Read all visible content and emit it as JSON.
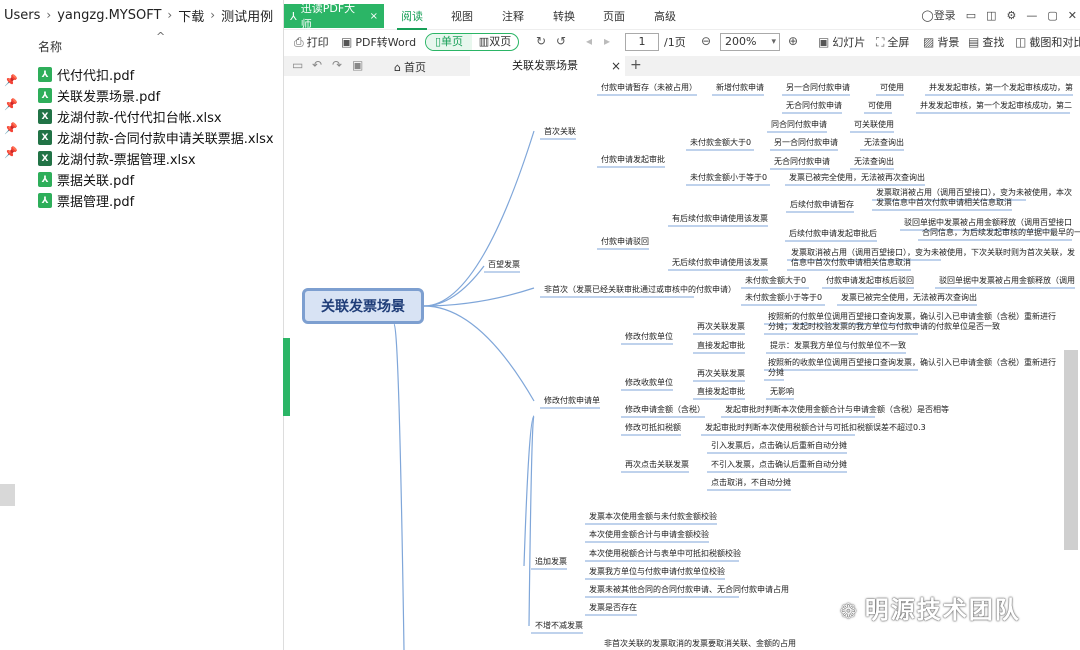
{
  "explorer": {
    "breadcrumb": [
      "Users",
      "yangzg.MYSOFT",
      "下载",
      "测试用例"
    ],
    "column_header": "名称",
    "files": [
      {
        "name": "代付代扣.pdf",
        "type": "pdf"
      },
      {
        "name": "关联发票场景.pdf",
        "type": "pdf"
      },
      {
        "name": "龙湖付款-代付代扣台帐.xlsx",
        "type": "xlsx"
      },
      {
        "name": "龙湖付款-合同付款申请关联票据.xlsx",
        "type": "xlsx"
      },
      {
        "name": "龙湖付款-票据管理.xlsx",
        "type": "xlsx"
      },
      {
        "name": "票据关联.pdf",
        "type": "pdf"
      },
      {
        "name": "票据管理.pdf",
        "type": "pdf"
      }
    ]
  },
  "viewer": {
    "app_tab": "迅读PDF大师",
    "menu": [
      "阅读",
      "视图",
      "注释",
      "转换",
      "页面",
      "高级"
    ],
    "window_controls": {
      "login": "登录"
    },
    "toolbar": {
      "print": "打印",
      "pdf_to_word": "PDF转Word",
      "single": "单页",
      "double": "双页",
      "page_current": "1",
      "page_total": "/1页",
      "zoom": "200%",
      "slideshow": "幻灯片",
      "fullscreen": "全屏",
      "background": "背景",
      "find": "查找",
      "screenshot": "截图和对比"
    },
    "tabs": {
      "home": "首页",
      "document": "关联发票场景"
    }
  },
  "mindmap": {
    "root": "关联发票场景",
    "nodes": [
      {
        "text": "首次关联"
      },
      {
        "text": "付款申请暂存（未被占用）"
      },
      {
        "text": "新增付款申请"
      },
      {
        "text": "另一合同付款申请"
      },
      {
        "text": "可使用"
      },
      {
        "text": "并发发起审核，第一个发起审核成功，第"
      },
      {
        "text": "无合同付款申请"
      },
      {
        "text": "可使用"
      },
      {
        "text": "并发发起审核，第一个发起审核成功，第二"
      },
      {
        "text": "同合同付款申请"
      },
      {
        "text": "可关联使用"
      },
      {
        "text": "付款申请发起审批"
      },
      {
        "text": "未付款金额大于0"
      },
      {
        "text": "另一合同付款申请"
      },
      {
        "text": "无法查询出"
      },
      {
        "text": "无合同付款申请"
      },
      {
        "text": "无法查询出"
      },
      {
        "text": "未付款金额小于等于0"
      },
      {
        "text": "发票已被完全使用，无法被再次查询出"
      },
      {
        "text": "发票取消被占用（调用百望接口），变为未被使用，本次"
      },
      {
        "text": "发票信息中首次付款申请相关信息取消"
      },
      {
        "text": "后续付款申请暂存"
      },
      {
        "text": "有后续付款申请使用该发票"
      },
      {
        "text": "驳回单据中发票被占用金额释放（调用百望接口"
      },
      {
        "text": "合同信息，为后续发起审核的单据中最早的一个付"
      },
      {
        "text": "后续付款申请发起审批后"
      },
      {
        "text": "付款申请驳回"
      },
      {
        "text": "发票取消被占用（调用百望接口），变为未被使用，下次关联时则为首次关联，发"
      },
      {
        "text": "无后续付款申请使用该发票"
      },
      {
        "text": "信息中首次付款申请相关信息取消"
      },
      {
        "text": "百望发票"
      },
      {
        "text": "未付款金额大于0"
      },
      {
        "text": "付款申请发起审核后驳回"
      },
      {
        "text": "驳回单据中发票被占用金额释放（调用"
      },
      {
        "text": "非首次（发票已经关联审批通过或审核中的付款申请）"
      },
      {
        "text": "未付款金额小于等于0"
      },
      {
        "text": "发票已被完全使用，无法被再次查询出"
      },
      {
        "text": "按照新的付款单位调用百望接口查询发票，确认引入已申请金额（含税）重新进行"
      },
      {
        "text": "再次关联发票"
      },
      {
        "text": "分摊；发起时校验发票的我方单位与付款申请的付款单位是否一致"
      },
      {
        "text": "修改付款单位"
      },
      {
        "text": "直接发起审批"
      },
      {
        "text": "提示：发票我方单位与付款单位不一致"
      },
      {
        "text": "按照新的收款单位调用百望接口查询发票，确认引入已申请金额（含税）重新进行"
      },
      {
        "text": "再次关联发票"
      },
      {
        "text": "分摊"
      },
      {
        "text": "修改收款单位"
      },
      {
        "text": "直接发起审批"
      },
      {
        "text": "无影响"
      },
      {
        "text": "修改付款申请单"
      },
      {
        "text": "修改申请金额（含税）"
      },
      {
        "text": "发起审批时判断本次使用金额合计与申请金额（含税）是否相等"
      },
      {
        "text": "修改可抵扣税额"
      },
      {
        "text": "发起审批时判断本次使用税额合计与可抵扣税额误差不超过0.3"
      },
      {
        "text": "引入发票后，点击确认后重新自动分摊"
      },
      {
        "text": "再次点击关联发票"
      },
      {
        "text": "不引入发票，点击确认后重新自动分摊"
      },
      {
        "text": "点击取消，不自动分摊"
      },
      {
        "text": "发票本次使用金额与未付款金额校验"
      },
      {
        "text": "本次使用金额合计与申请金额校验"
      },
      {
        "text": "本次使用税额合计与表单中可抵扣税额校验"
      },
      {
        "text": "追加发票"
      },
      {
        "text": "发票我方单位与付款申请付款单位校验"
      },
      {
        "text": "发票未被其他合同的合同付款申请、无合同付款申请占用"
      },
      {
        "text": "发票是否存在"
      },
      {
        "text": "不增不减发票"
      },
      {
        "text": "非首次关联的发票取消的发票要取消关联、金额的占用"
      }
    ]
  },
  "watermark": "明源技术团队"
}
